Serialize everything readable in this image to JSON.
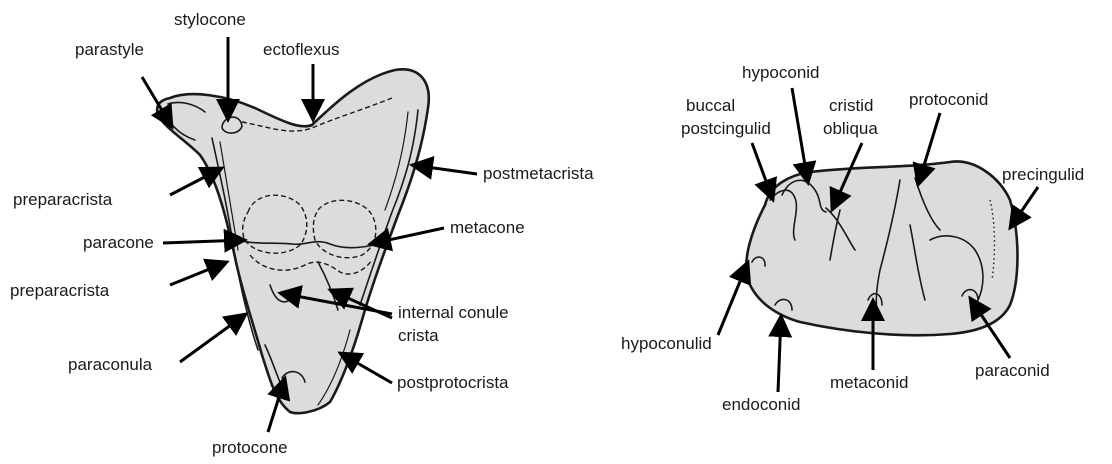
{
  "upper_molar": {
    "labels": {
      "stylocone": "stylocone",
      "parastyle": "parastyle",
      "ectoflexus": "ectoflexus",
      "postmetacrista": "postmetacrista",
      "preparacrista_upper": "preparacrista",
      "paracone": "paracone",
      "metacone": "metacone",
      "preparacrista_lower": "preparacrista",
      "internal_conule_crista_line1": "internal conule",
      "internal_conule_crista_line2": "crista",
      "paraconula": "paraconula",
      "postprotocrista": "postprotocrista",
      "protocone": "protocone"
    }
  },
  "lower_molar": {
    "labels": {
      "hypoconid": "hypoconid",
      "buccal_postcingulid_line1": "buccal",
      "buccal_postcingulid_line2": "postcingulid",
      "cristid_obliqua_line1": "cristid",
      "cristid_obliqua_line2": "obliqua",
      "protoconid": "protoconid",
      "precingulid": "precingulid",
      "hypoconulid": "hypoconulid",
      "endoconid": "endoconid",
      "metaconid": "metaconid",
      "paraconid": "paraconid"
    }
  }
}
